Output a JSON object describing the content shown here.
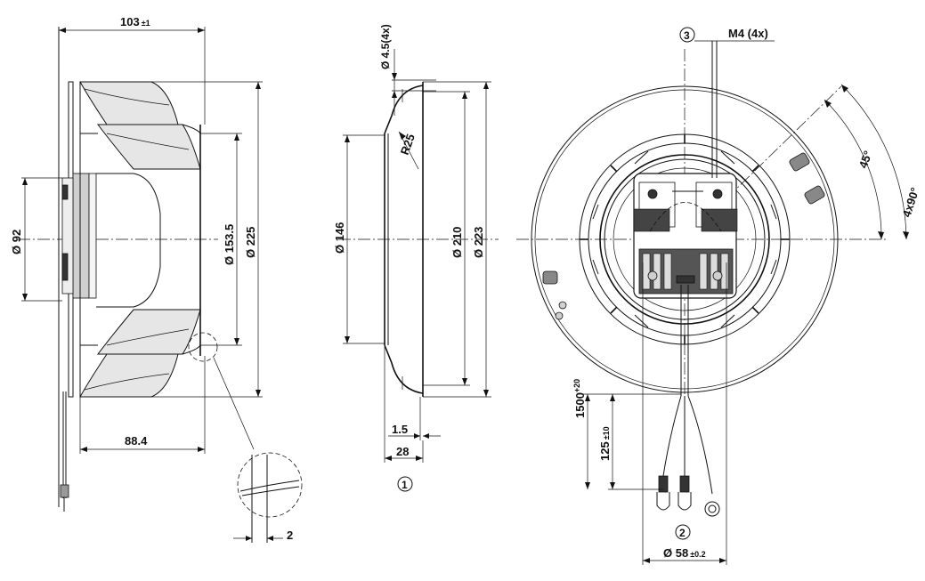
{
  "side_view": {
    "width_dim": "103",
    "width_tol": "±1",
    "hub_dia": "Ø 92",
    "inlet_dia": "Ø 153.5",
    "outer_dia": "Ø 225",
    "depth_dim": "88.4",
    "detail_dim": "2"
  },
  "inlet_ring": {
    "hole_dia": "Ø 4.5(4x)",
    "radius": "R25",
    "inner_dia": "Ø 146",
    "dia_210": "Ø 210",
    "dia_223": "Ø 223",
    "thickness": "1.5",
    "height": "28",
    "callout": "1"
  },
  "front_view": {
    "callout_3": "3",
    "thread": "M4 (4x)",
    "angle_45": "45°",
    "angle_4x90": "4x90°",
    "cable_len": "1500",
    "cable_tol": "+20",
    "strip_len": "125",
    "strip_tol": "±10",
    "callout_2": "2",
    "bolt_circle": "Ø 58",
    "bolt_tol": "±0.2"
  }
}
